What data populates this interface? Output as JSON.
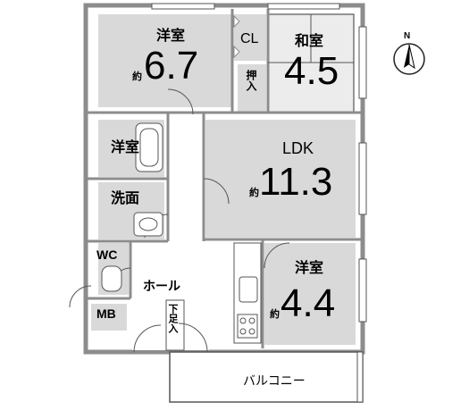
{
  "rooms": {
    "western1": {
      "name": "洋室",
      "approx": "約",
      "size": "6.7"
    },
    "closet": {
      "name": "CL"
    },
    "oshiire": {
      "name": "押入"
    },
    "japanese": {
      "name": "和室",
      "size": "4.5"
    },
    "western2": {
      "name": "洋室"
    },
    "ldk": {
      "name": "LDK",
      "approx": "約",
      "size": "11.3"
    },
    "washroom": {
      "name": "洗面"
    },
    "wc": {
      "name": "WC"
    },
    "hall": {
      "name": "ホール"
    },
    "mb": {
      "name": "MB"
    },
    "shoebox": {
      "name": "下足入"
    },
    "western3": {
      "name": "洋室",
      "approx": "約",
      "size": "4.4"
    },
    "balcony": {
      "name": "バルコニー"
    }
  },
  "compass": {
    "label": "N"
  },
  "colors": {
    "room_fill": "#d9d9d9",
    "wall": "#8c8c8c",
    "line": "#555555"
  }
}
